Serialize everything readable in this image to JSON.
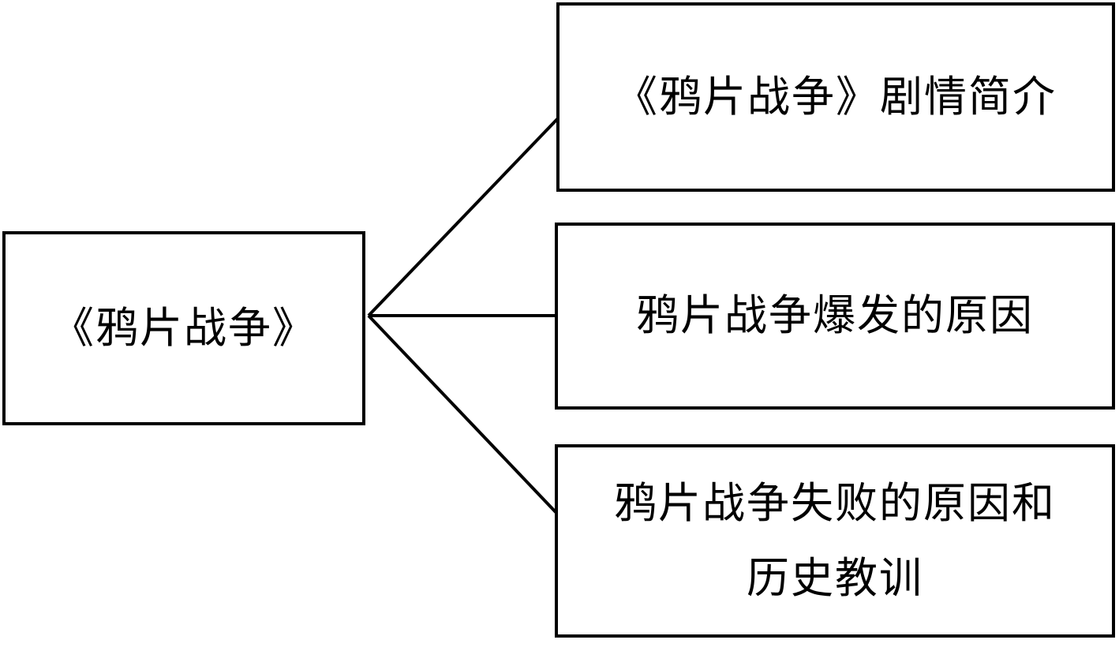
{
  "page": {
    "background_color": "#ffffff",
    "line_color": "#000000",
    "text_color": "#000000"
  },
  "diagram": {
    "type": "tree",
    "root": {
      "label": "《鸦片战争》"
    },
    "children": [
      {
        "label": "《鸦片战争》剧情简介"
      },
      {
        "label": "鸦片战争爆发的原因"
      },
      {
        "label": "鸦片战争失败的原因和历史教训",
        "label_line1": "鸦片战争失败的原因和",
        "label_line2": "历史教训"
      }
    ]
  }
}
